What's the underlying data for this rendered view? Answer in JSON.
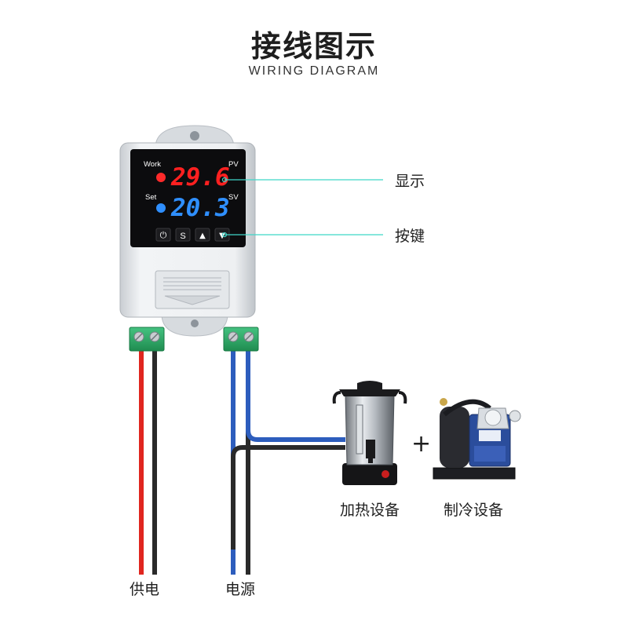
{
  "header": {
    "title": "接线图示",
    "subtitle": "WIRING DIAGRAM"
  },
  "controller": {
    "work_label": "Work",
    "set_label": "Set",
    "pv_label": "PV",
    "sv_label": "SV",
    "pv_value": "29.6",
    "sv_value": "20.3",
    "buttons": {
      "power": "⏻",
      "set": "S",
      "up": "▲",
      "down": "▼"
    }
  },
  "callouts": {
    "display": "显示",
    "keys": "按键"
  },
  "wiring": {
    "supply_label": "供电",
    "power_label": "电源",
    "heating_label": "加热设备",
    "plus": "+",
    "cooling_label": "制冷设备"
  },
  "colors": {
    "red_wire": "#e0261f",
    "black_wire": "#2a2a2a",
    "blue_wire": "#2d5dbd",
    "terminal": "#2fae6a",
    "pv_digits": "#ff2020",
    "sv_digits": "#2f8fff",
    "callout_line": "#3fd6c8"
  }
}
